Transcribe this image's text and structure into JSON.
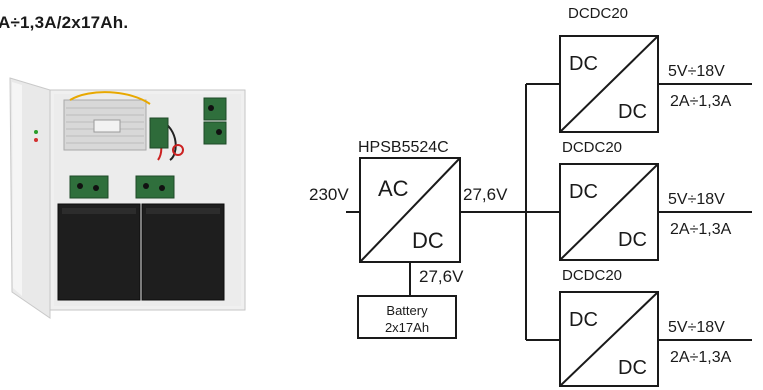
{
  "heading": "A÷1,3A/2x17Ah.",
  "photo": {
    "description_name": "power-supply-enclosure-photo"
  },
  "diagram": {
    "input_voltage": "230V",
    "psu": {
      "name": "HPSB5524C",
      "in_label": "AC",
      "out_label": "DC"
    },
    "bus_voltage": "27,6V",
    "battery_voltage": "27,6V",
    "battery": {
      "line1": "Battery",
      "line2": "2x17Ah"
    },
    "converters": [
      {
        "name": "DCDC20",
        "in_label": "DC",
        "out_label": "DC",
        "voltage": "5V÷18V",
        "current": "2A÷1,3A"
      },
      {
        "name": "DCDC20",
        "in_label": "DC",
        "out_label": "DC",
        "voltage": "5V÷18V",
        "current": "2A÷1,3A"
      },
      {
        "name": "DCDC20",
        "in_label": "DC",
        "out_label": "DC",
        "voltage": "5V÷18V",
        "current": "2A÷1,3A"
      }
    ]
  }
}
